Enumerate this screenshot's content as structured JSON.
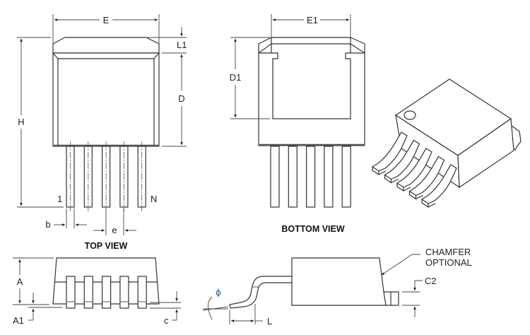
{
  "diagram": {
    "type": "package-outline-drawing",
    "views": {
      "top_view": {
        "title": "TOP VIEW"
      },
      "bottom_view": {
        "title": "BOTTOM VIEW"
      }
    },
    "dimension_labels": {
      "E": "E",
      "E1": "E1",
      "L1": "L1",
      "D": "D",
      "D1": "D1",
      "H": "H",
      "b": "b",
      "e": "e",
      "A": "A",
      "A1": "A1",
      "c": "c",
      "L": "L",
      "C2": "C2",
      "phi": "ϕ"
    },
    "pin_labels": {
      "first": "1",
      "last": "N"
    },
    "notes": {
      "chamfer_line1": "CHAMFER",
      "chamfer_line2": "OPTIONAL"
    },
    "pin_count_drawn": 5,
    "colors": {
      "line": "#333333",
      "phi_label": "#2a5ca8"
    }
  }
}
